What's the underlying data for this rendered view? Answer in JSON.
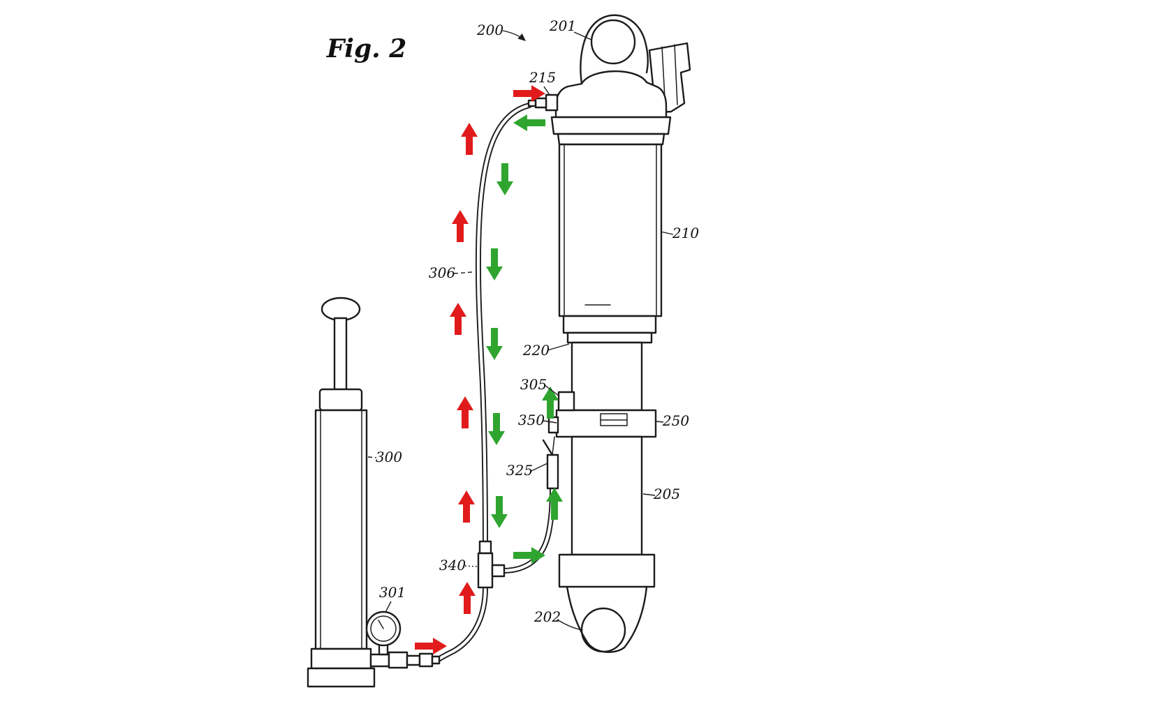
{
  "figure": {
    "title": "Fig.  2",
    "labels": {
      "l200": "200",
      "l201": "201",
      "l215": "215",
      "l210": "210",
      "l306": "306",
      "l220": "220",
      "l305": "305",
      "l350": "350",
      "l250": "250",
      "l325": "325",
      "l205": "205",
      "l300": "300",
      "l340": "340",
      "l301": "301",
      "l202": "202"
    },
    "colors": {
      "flow_pressurize": "#e11b1b",
      "flow_return": "#2fa52f",
      "line": "#1c1c1c",
      "background": "#ffffff"
    }
  }
}
